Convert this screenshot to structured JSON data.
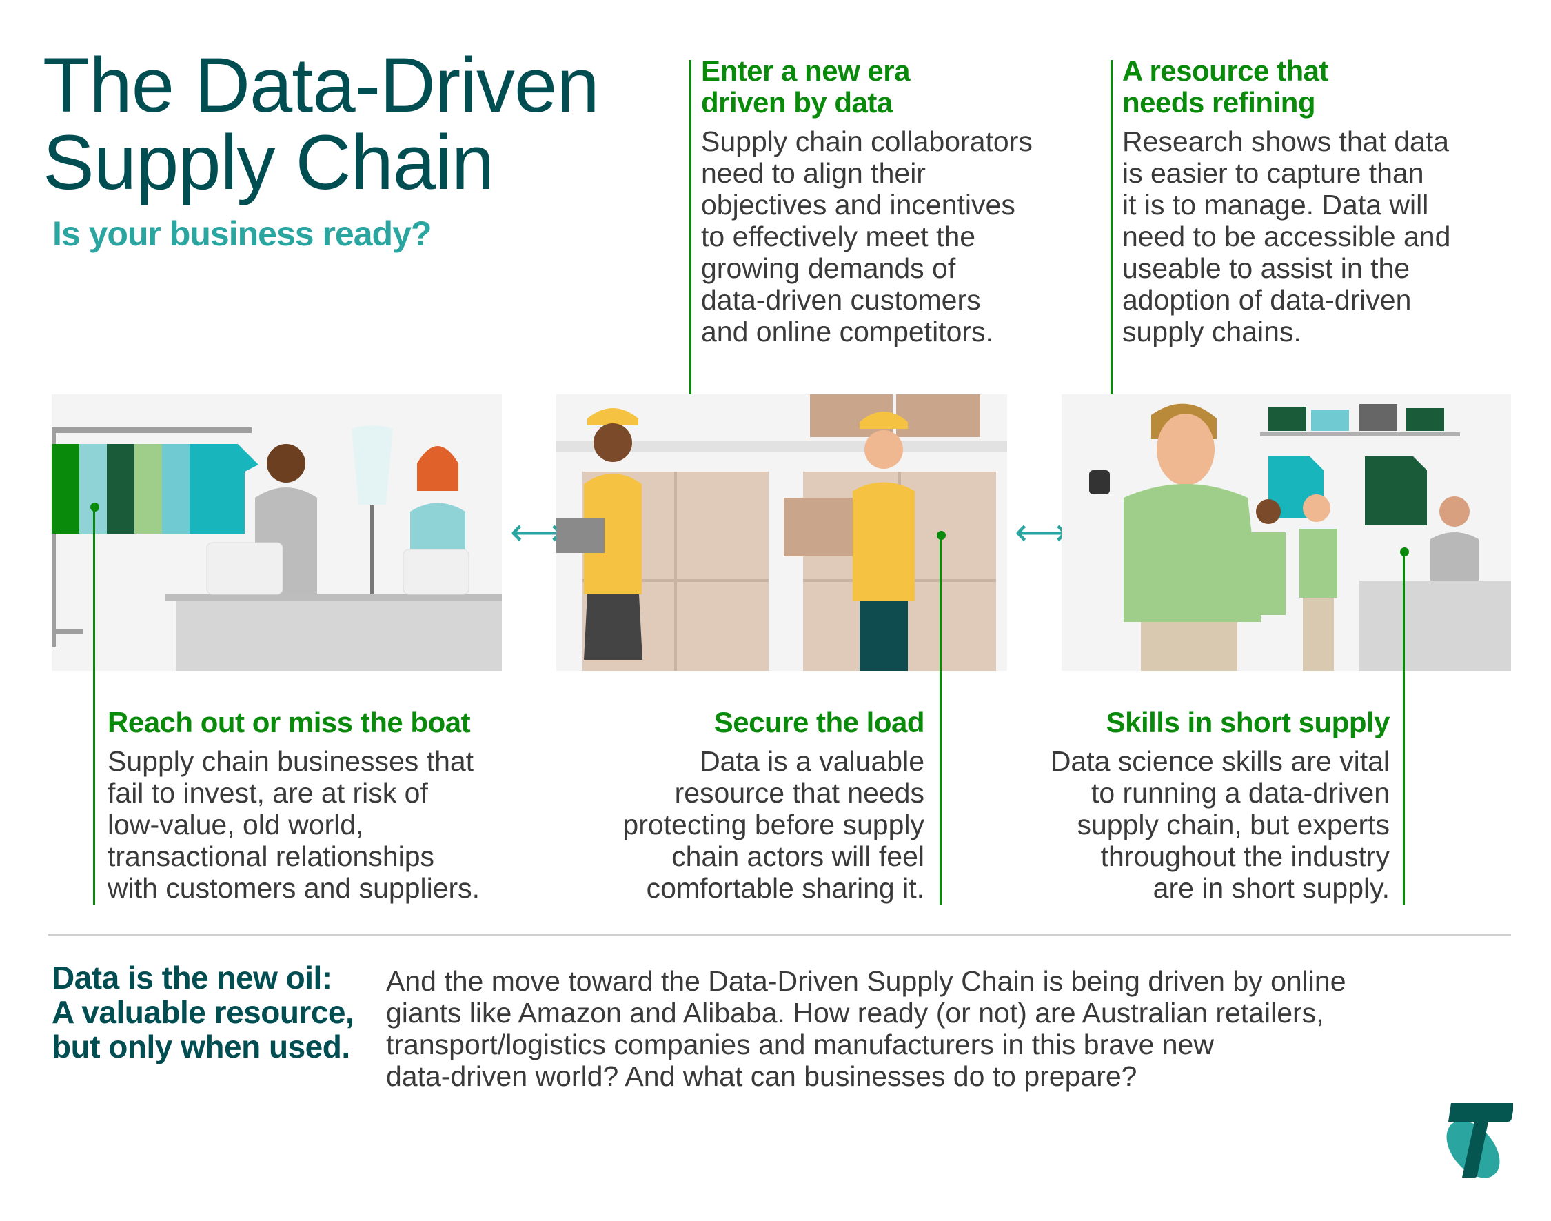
{
  "header": {
    "title_lines": [
      "The Data-Driven",
      "Supply Chain"
    ],
    "subtitle": "Is your business ready?"
  },
  "top_sections": [
    {
      "heading_lines": [
        "Enter a new era",
        "driven by data"
      ],
      "body_lines": [
        "Supply chain collaborators",
        "need to align their",
        "objectives and incentives",
        "to effectively meet the",
        "growing demands of",
        "data-driven customers",
        "and online competitors."
      ]
    },
    {
      "heading_lines": [
        "A resource that",
        "needs refining"
      ],
      "body_lines": [
        "Research shows that data",
        "is easier to capture than",
        "it is to manage. Data will",
        "need to be accessible and",
        "useable to assist in the",
        "adoption of data-driven",
        "supply chains."
      ]
    }
  ],
  "bottom_sections": [
    {
      "heading": "Reach out or miss the boat",
      "body_lines": [
        "Supply chain businesses that",
        "fail to invest, are at risk of",
        "low-value, old world,",
        "transactional relationships",
        "with customers and suppliers."
      ]
    },
    {
      "heading": "Secure the load",
      "body_lines": [
        "Data is a valuable",
        "resource that needs",
        "protecting before supply",
        "chain actors will feel",
        "comfortable sharing it."
      ]
    },
    {
      "heading": "Skills in short supply",
      "body_lines": [
        "Data science skills are vital",
        "to running a data-driven",
        "supply chain, but experts",
        "throughout the industry",
        "are in short supply."
      ]
    }
  ],
  "arrows": [
    "⟷",
    "⟷"
  ],
  "footer": {
    "oil_lines": [
      "Data is the new oil:",
      "A valuable resource,",
      "but only when used."
    ],
    "summary_lines": [
      "And the move toward the Data-Driven Supply Chain is being driven by online",
      "giants like Amazon and Alibaba. How ready (or not) are Australian retailers,",
      "transport/logistics companies and manufacturers in this brave new",
      "data-driven world?  And what can businesses do to prepare?"
    ],
    "logo": "Telstra T logo"
  },
  "colors": {
    "title": "#004d52",
    "subtitle": "#2aa5a0",
    "heading_green": "#0a8a0a",
    "body": "#3a3a3a",
    "logo_dark": "#055550",
    "logo_light": "#2aa5a0"
  }
}
